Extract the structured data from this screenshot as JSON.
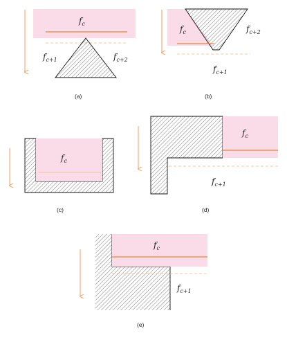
{
  "colors": {
    "pink_fill": "#fadce8",
    "front_line": "#e8873a",
    "dashed_line": "#f1b884",
    "arrow": "#f0a060",
    "hatch": "#444444",
    "outline": "#111111"
  },
  "panels": [
    {
      "caption": "(a)",
      "labels": [
        {
          "base": "f",
          "sub": "c"
        },
        {
          "base": "f",
          "sub": "c+1"
        },
        {
          "base": "f",
          "sub": "c+2"
        }
      ]
    },
    {
      "caption": "(b)",
      "labels": [
        {
          "base": "f",
          "sub": "c"
        },
        {
          "base": "f",
          "sub": "c+2"
        },
        {
          "base": "f",
          "sub": "c+1"
        }
      ]
    },
    {
      "caption": "(c)",
      "labels": [
        {
          "base": "f",
          "sub": "c"
        }
      ]
    },
    {
      "caption": "(d)",
      "labels": [
        {
          "base": "f",
          "sub": "c"
        },
        {
          "base": "f",
          "sub": "c+1"
        }
      ]
    },
    {
      "caption": "(e)",
      "labels": [
        {
          "base": "f",
          "sub": "c"
        },
        {
          "base": "f",
          "sub": "c+1"
        }
      ]
    }
  ]
}
